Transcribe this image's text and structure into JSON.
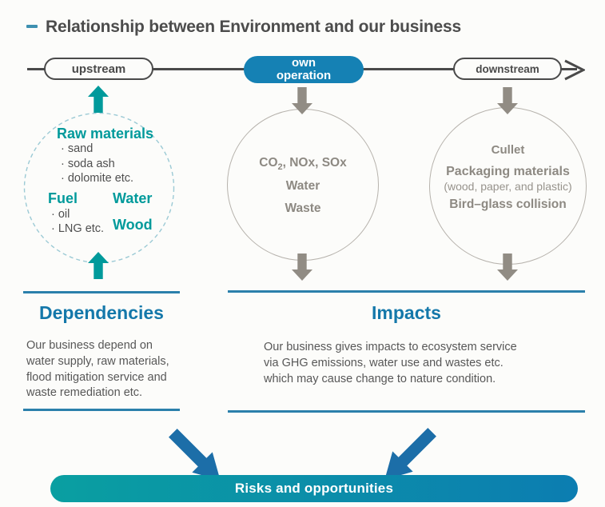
{
  "title": {
    "text": "Relationship between Environment and our business"
  },
  "timeline": {
    "upstream_label": "upstream",
    "own_operation_line1": "own",
    "own_operation_line2": "operation",
    "downstream_label": "downstream"
  },
  "upstream_circle": {
    "raw_heading": "Raw materials",
    "raw_items": [
      "· sand",
      "· soda ash",
      "· dolomite etc."
    ],
    "fuel_heading": "Fuel",
    "fuel_items": [
      "· oil",
      "· LNG etc."
    ],
    "water_heading": "Water",
    "wood_heading": "Wood"
  },
  "own_circle": {
    "formula_prefix": "CO",
    "formula_sub": "2",
    "formula_suffix": ", NOx, SOx",
    "line_water": "Water",
    "line_waste": "Waste"
  },
  "downstream_circle": {
    "line_cullet": "Cullet",
    "line_packaging": "Packaging materials",
    "line_packaging_note": "(wood, paper, and plastic)",
    "line_bird": "Bird–glass collision"
  },
  "dependencies": {
    "heading": "Dependencies",
    "body_lines": [
      "Our business depend on",
      "water supply, raw materials,",
      "flood mitigation service and",
      "waste remediation etc."
    ]
  },
  "impacts": {
    "heading": "Impacts",
    "body_lines": [
      "Our business gives impacts to ecosystem service",
      "via GHG emissions, water use and wastes etc.",
      "which may cause change to nature condition."
    ]
  },
  "banner": {
    "label": "Risks and opportunities"
  },
  "icons": {
    "title_dash": "dash-bullet",
    "timeline_arrowhead": "chevron-right",
    "upstream_arrows": "block-arrow-up",
    "own_downstream_arrows": "block-arrow-down",
    "funnel_arrows": "block-arrow-diagonal"
  },
  "appearance": {
    "teal": "#009a9b",
    "blue_heading": "#1478aa",
    "pill_blue": "#1581b4",
    "rule_blue": "#2b80ab",
    "warm_gray": "#918c84",
    "dark_gray": "#4a4a4a",
    "dashed_circle": "#9ccad5",
    "banner_gradient": [
      "#0a9fa1",
      "#0c7db1"
    ]
  }
}
